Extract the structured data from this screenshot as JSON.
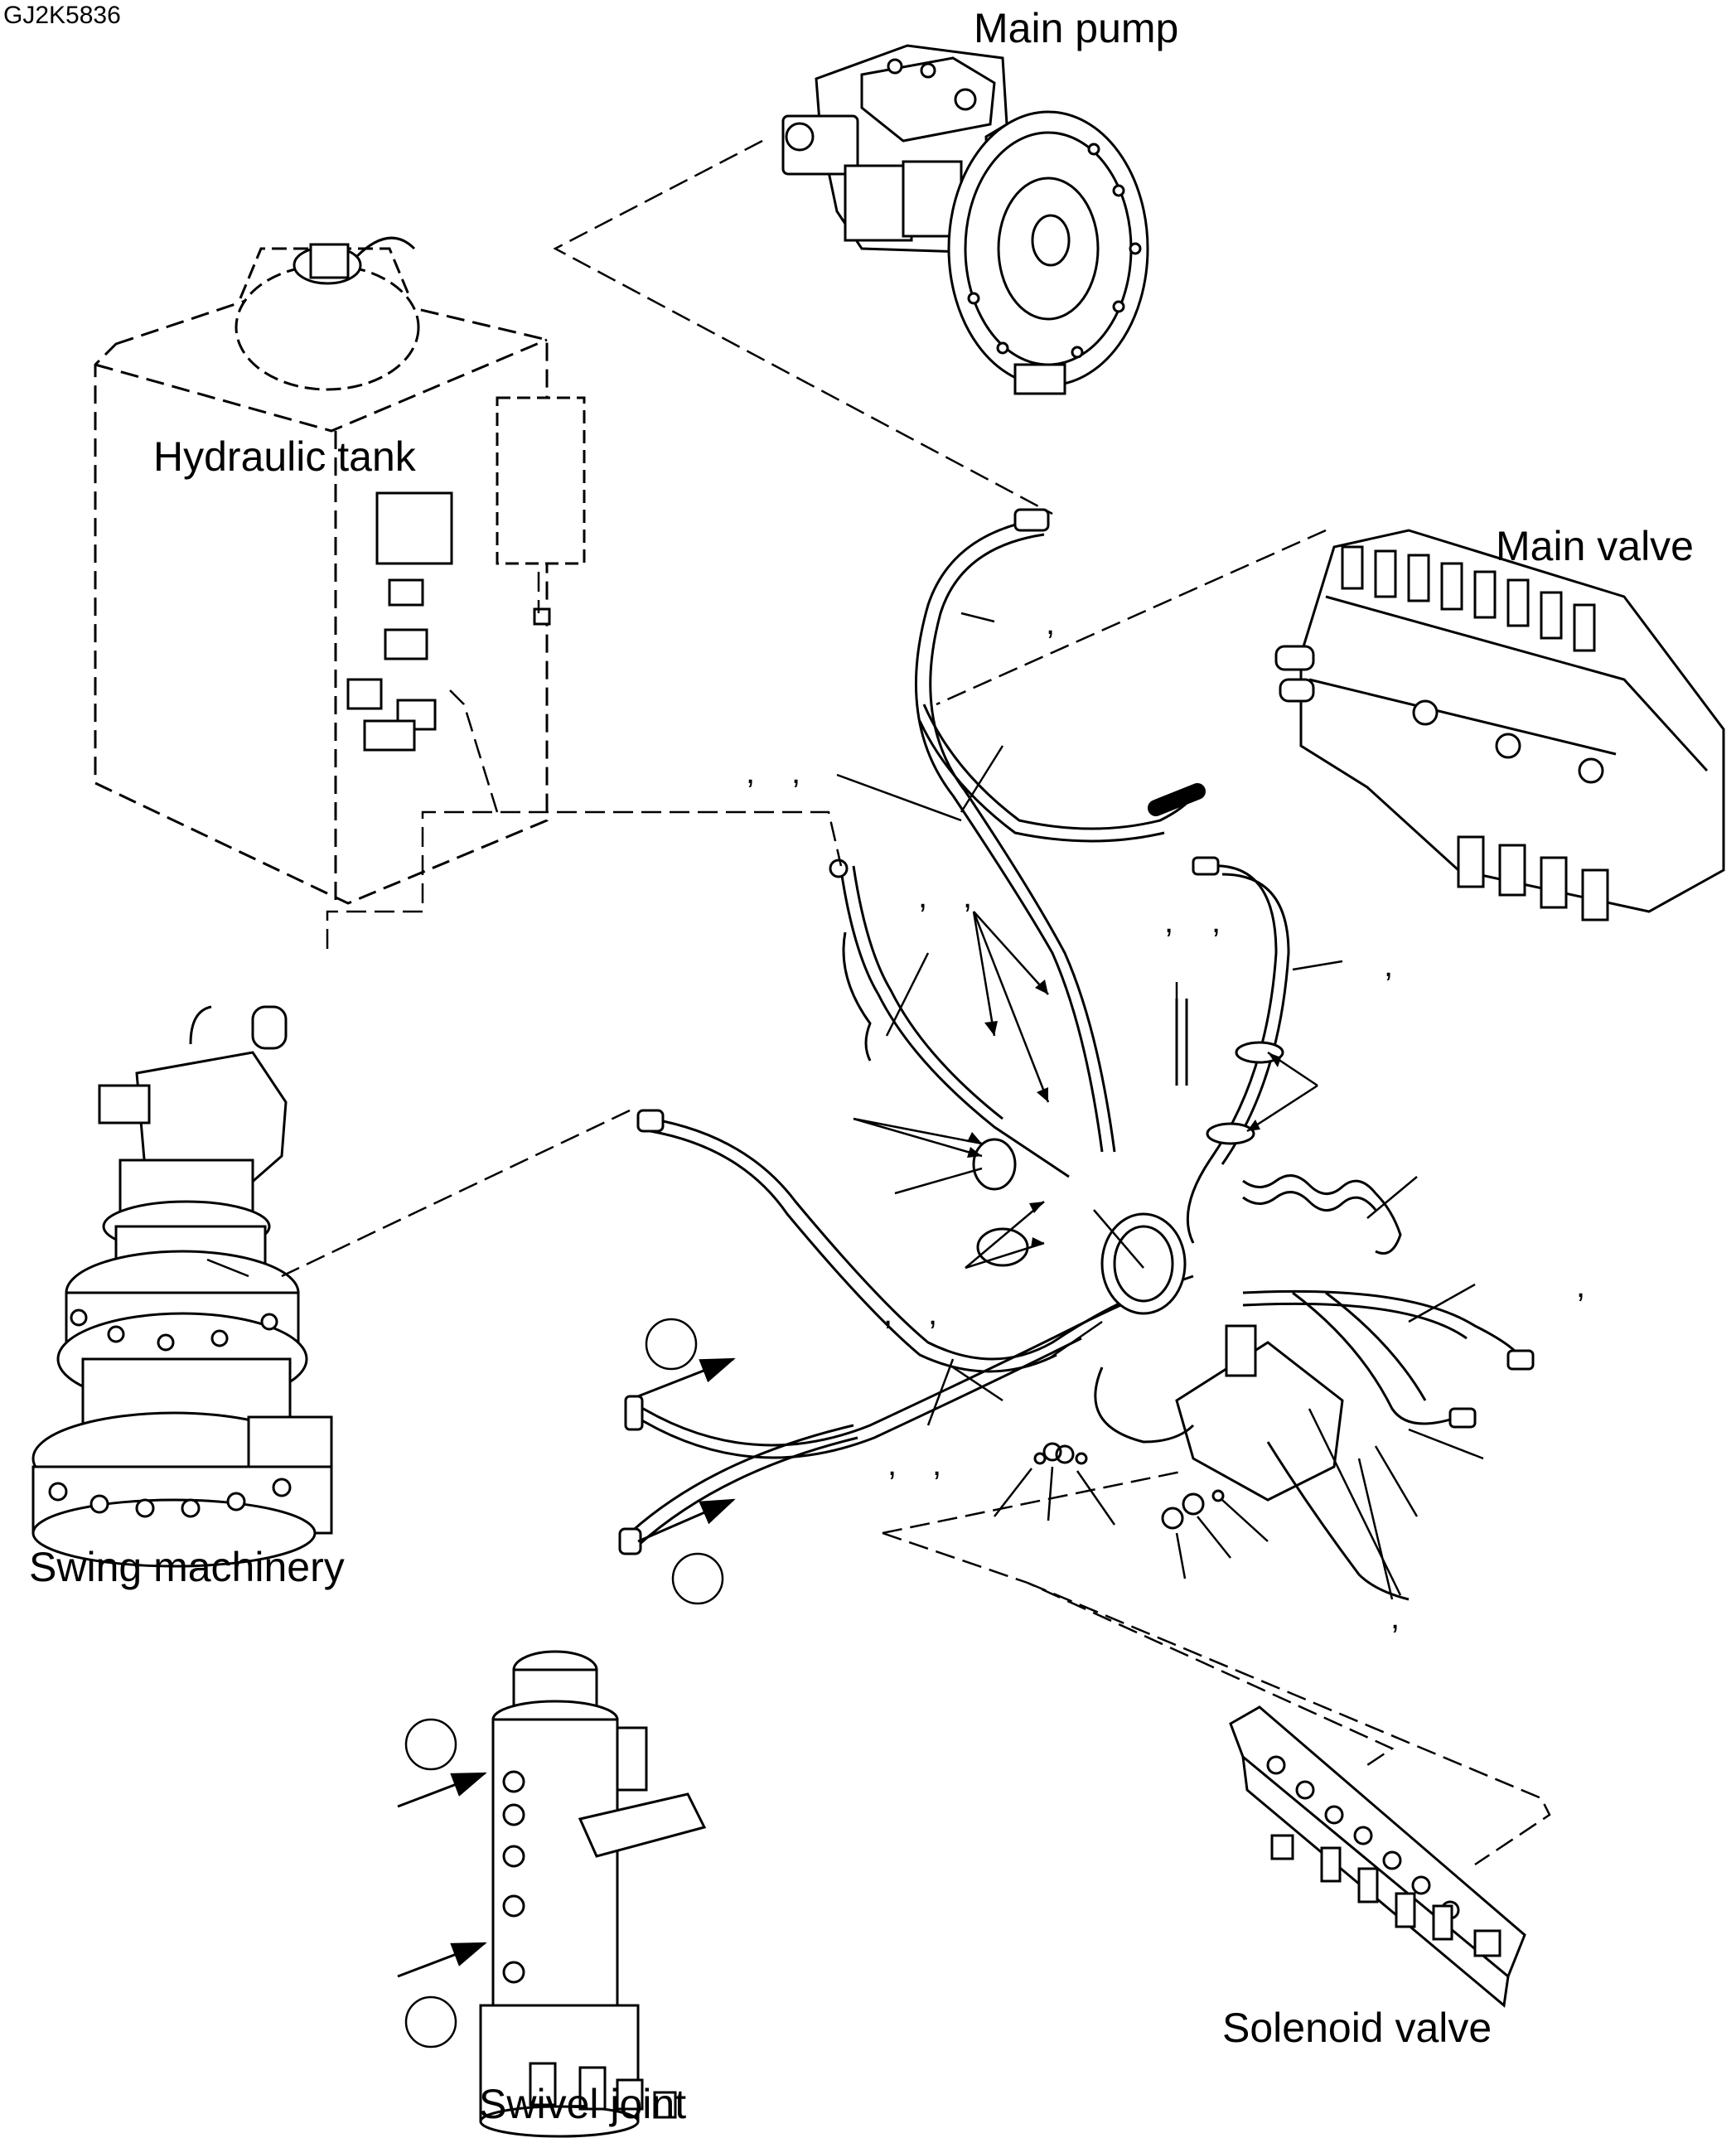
{
  "figure_id": "GJ2K5836",
  "components": {
    "main_pump": "Main pump",
    "hydraulic_tank": "Hydraulic tank",
    "main_valve": "Main valve",
    "swing_machinery": "Swing machinery",
    "swivel_joint": "Swivel joint",
    "solenoid_valve": "Solenoid valve"
  },
  "callout_separator": ","
}
